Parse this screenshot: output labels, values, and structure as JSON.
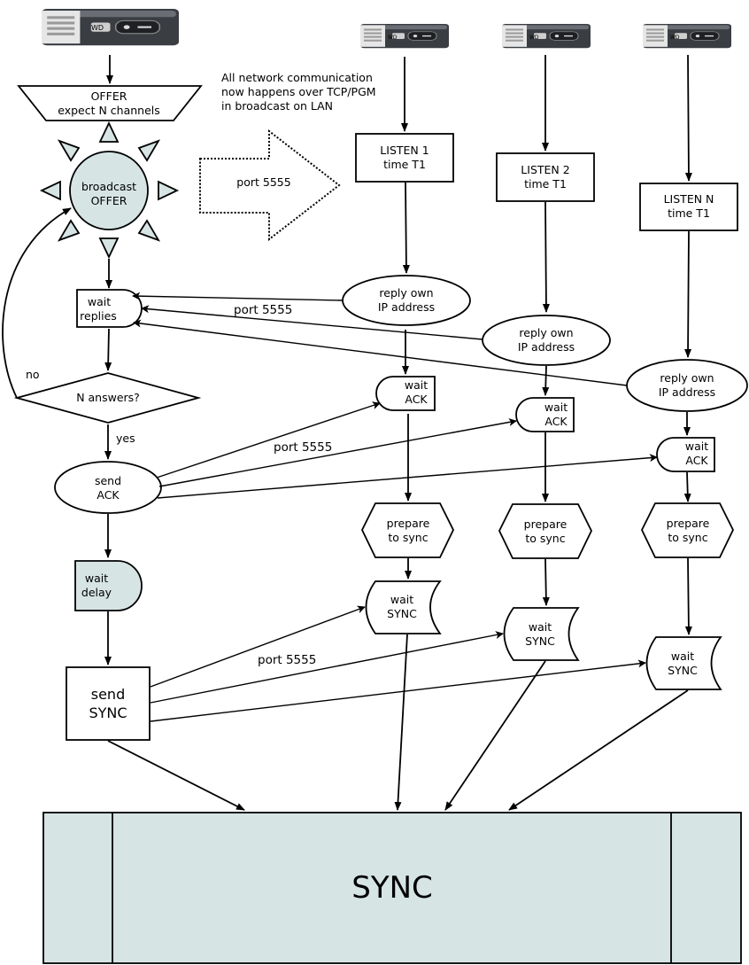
{
  "network_note": [
    "All network communication",
    "now happens over TCP/PGM",
    "in broadcast on LAN"
  ],
  "port_label": "port 5555",
  "master": {
    "offer": [
      "OFFER",
      "expect N channels"
    ],
    "broadcast": [
      "broadcast",
      "OFFER"
    ],
    "wait_replies": [
      "wait",
      "replies"
    ],
    "decision": "N answers?",
    "no_label": "no",
    "yes_label": "yes",
    "send_ack": [
      "send",
      "ACK"
    ],
    "wait_delay": [
      "wait",
      "delay"
    ],
    "send_sync": [
      "send",
      "SYNC"
    ]
  },
  "clients": [
    {
      "listen": [
        "LISTEN 1",
        "time T1"
      ],
      "reply": [
        "reply own",
        "IP address"
      ],
      "wait_ack": [
        "wait",
        "ACK"
      ],
      "prepare": [
        "prepare",
        "to sync"
      ],
      "wait_sync": [
        "wait",
        "SYNC"
      ]
    },
    {
      "listen": [
        "LISTEN 2",
        "time T1"
      ],
      "reply": [
        "reply own",
        "IP address"
      ],
      "wait_ack": [
        "wait",
        "ACK"
      ],
      "prepare": [
        "prepare",
        "to sync"
      ],
      "wait_sync": [
        "wait",
        "SYNC"
      ]
    },
    {
      "listen": [
        "LISTEN N",
        "time T1"
      ],
      "reply": [
        "reply own",
        "IP address"
      ],
      "wait_ack": [
        "wait",
        "ACK"
      ],
      "prepare": [
        "prepare",
        "to sync"
      ],
      "wait_sync": [
        "wait",
        "SYNC"
      ]
    }
  ],
  "sync_bar": "SYNC",
  "device_brand": "WD",
  "colors": {
    "accent_fill": "#d6e4e4",
    "stroke": "#000000",
    "device_body": "#3a3d42",
    "device_face": "#e6e6e6"
  }
}
